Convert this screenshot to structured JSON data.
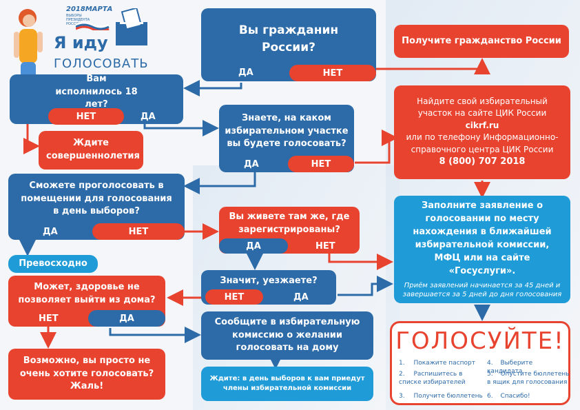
{
  "logo": {
    "year": "2018МАРТА",
    "subtitle": "ВЫБОРЫ ПРЕЗИДЕНТА РОССИИ",
    "line1": "Я иду",
    "line2": "ГОЛОСОВАТЬ"
  },
  "colors": {
    "blue": "#2c6aa8",
    "red": "#e8432f",
    "light_blue": "#1f9bd7"
  },
  "nodes": {
    "citizen": {
      "text": "Вы гражданин России?",
      "yes": "ДА",
      "no": "НЕТ"
    },
    "get_citizenship": {
      "text": "Получите гражданство России"
    },
    "age18": {
      "text": "Вам исполнилось 18 лет?",
      "yes": "ДА",
      "no": "НЕТ"
    },
    "wait_adult": {
      "text": "Ждите совершеннолетия"
    },
    "know_station": {
      "text": "Знаете, на каком избирательном участке вы будете голосовать?",
      "yes": "ДА",
      "no": "НЕТ"
    },
    "find_station": {
      "line1": "Найдите свой избирательный участок на сайте ЦИК России",
      "site": "cikrf.ru",
      "line2": "или по телефону Информационно-справочного центра ЦИК России",
      "phone": "8 (800) 707 2018"
    },
    "can_vote_room": {
      "text": "Сможете проголосовать в помещении для голосования в день выборов?",
      "yes": "ДА",
      "no": "НЕТ"
    },
    "excellent": {
      "text": "Превосходно"
    },
    "live_same": {
      "text": "Вы живете там же, где зарегистрированы?",
      "yes": "ДА",
      "no": "НЕТ"
    },
    "application": {
      "text": "Заполните заявление о голосовании по месту нахождения в ближайшей избирательной комиссии, МФЦ или на сайте «Госуслуги».",
      "note": "Приём заявлений начинается за 45 дней и завершается за 5 дней до дня голосования"
    },
    "leaving": {
      "text": "Значит, уезжаете?",
      "yes": "ДА",
      "no": "НЕТ"
    },
    "health": {
      "text": "Может, здоровье не позволяет выйти из дома?",
      "yes": "ДА",
      "no": "НЕТ"
    },
    "inform_home": {
      "text": "Сообщите в избирательную комиссию о желании голосовать на дому"
    },
    "wait_home": {
      "text": "Ждите: в день выборов к вам приедут члены избирательной комиссии"
    },
    "dont_want": {
      "text": "Возможно, вы просто не очень хотите голосовать? Жаль!"
    }
  },
  "final": {
    "title": "ГОЛОСУЙТЕ!",
    "steps": [
      {
        "num": "1.",
        "text": "Покажите паспорт"
      },
      {
        "num": "2.",
        "text": "Распишитесь в списке избирателей"
      },
      {
        "num": "3.",
        "text": "Получите бюллетень"
      },
      {
        "num": "4.",
        "text": "Выберите кандидата"
      },
      {
        "num": "5.",
        "text": "Опустите бюллетень в ящик для голосования"
      },
      {
        "num": "6.",
        "text": "Спасибо!"
      }
    ]
  }
}
